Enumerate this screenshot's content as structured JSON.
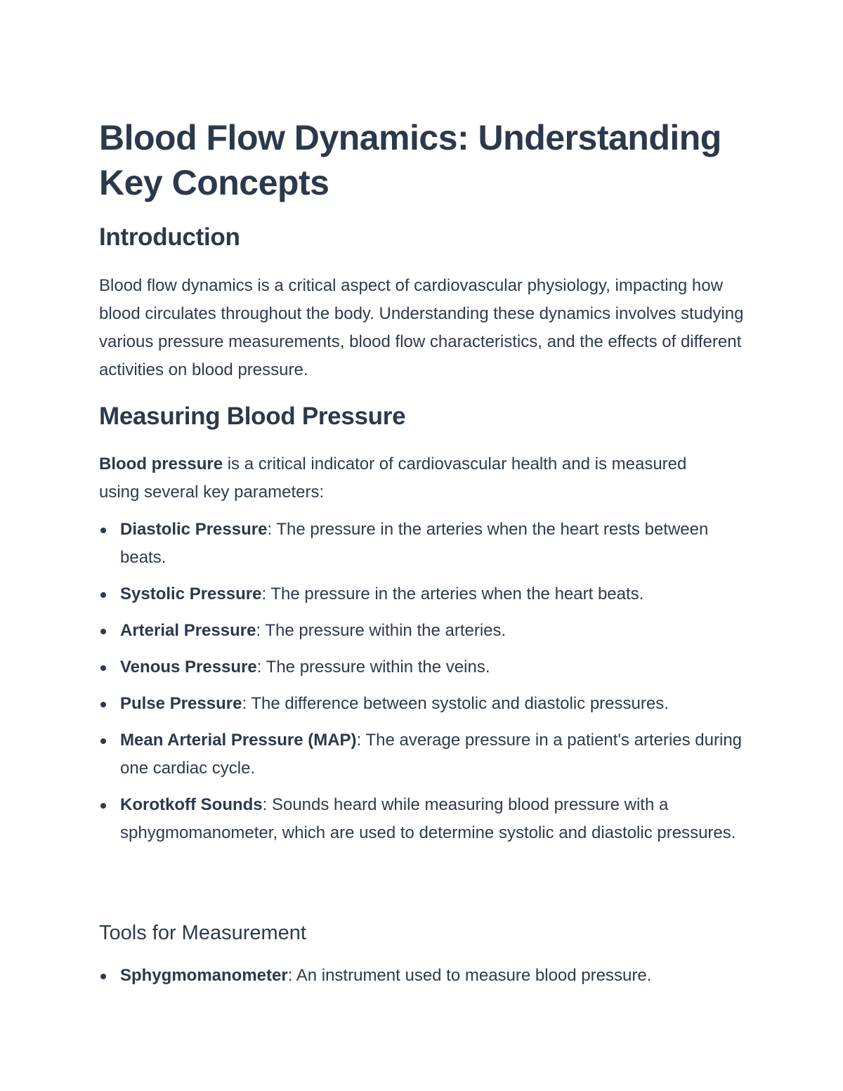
{
  "document": {
    "title": "Blood Flow Dynamics: Understanding Key Concepts",
    "introduction": {
      "heading": "Introduction",
      "paragraph": "Blood flow dynamics is a critical aspect of cardiovascular physiology, impacting how blood circulates throughout the body. Understanding these dynamics involves studying various pressure measurements, blood flow characteristics, and the effects of different activities on blood pressure."
    },
    "measuring": {
      "heading": "Measuring Blood Pressure",
      "lead_term": "Blood pressure",
      "lead_rest": " is a critical indicator of cardiovascular health and is measured using several key parameters:",
      "items": [
        {
          "term": "Diastolic Pressure",
          "desc": ": The pressure in the arteries when the heart rests between beats."
        },
        {
          "term": "Systolic Pressure",
          "desc": ": The pressure in the arteries when the heart beats."
        },
        {
          "term": "Arterial Pressure",
          "desc": ": The pressure within the arteries."
        },
        {
          "term": "Venous Pressure",
          "desc": ": The pressure within the veins."
        },
        {
          "term": "Pulse Pressure",
          "desc": ": The difference between systolic and diastolic pressures."
        },
        {
          "term": "Mean Arterial Pressure (MAP)",
          "desc": ": The average pressure in a patient's arteries during one cardiac cycle."
        },
        {
          "term": "Korotkoff Sounds",
          "desc": ": Sounds heard while measuring blood pressure with a sphygmomanometer, which are used to determine systolic and diastolic pressures."
        }
      ]
    },
    "tools": {
      "heading": "Tools for Measurement",
      "items": [
        {
          "term": "Sphygmomanometer",
          "desc": ": An instrument used to measure blood pressure."
        }
      ]
    }
  }
}
